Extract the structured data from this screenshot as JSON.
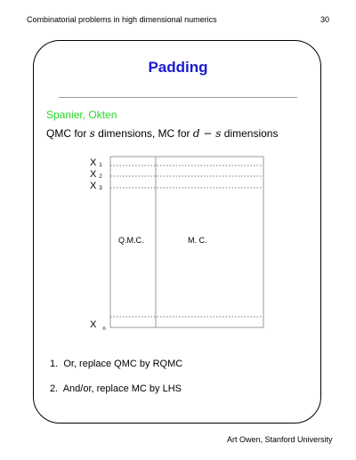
{
  "header": {
    "title": "Combinatorial problems in high dimensional numerics",
    "page_number": "30"
  },
  "slide": {
    "title": "Padding",
    "authors": "Spanier, Okten",
    "description": {
      "part1": "QMC for ",
      "var_s": "s",
      "part2": " dimensions, MC for ",
      "var_d": "d",
      "minus": " − ",
      "var_s2": "s",
      "part3": " dimensions"
    },
    "diagram": {
      "row_labels": [
        {
          "main": "X",
          "sub": "1"
        },
        {
          "main": "X",
          "sub": "2"
        },
        {
          "main": "X",
          "sub": "3"
        },
        {
          "main": "X",
          "sub": "n"
        }
      ],
      "qmc_label": "Q.M.C.",
      "mc_label": "M. C."
    },
    "list": [
      {
        "number": "1.",
        "text": "Or, replace QMC by RQMC"
      },
      {
        "number": "2.",
        "text": "And/or, replace MC by LHS"
      }
    ]
  },
  "footer": {
    "text": "Art Owen, Stanford University"
  }
}
